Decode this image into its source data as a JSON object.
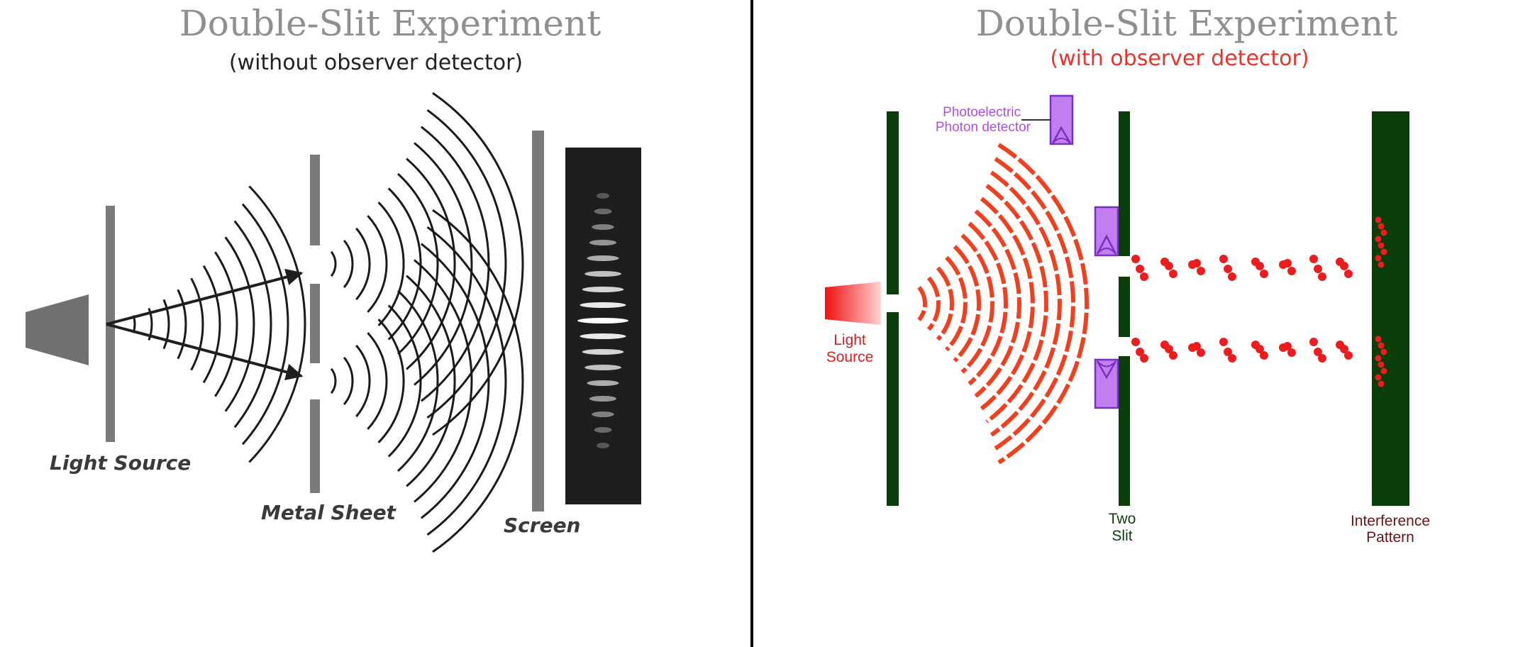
{
  "left_panel": {
    "title": "Double-Slit Experiment",
    "subtitle": "(without observer detector)",
    "labels": {
      "light_source": "Light Source",
      "metal_sheet": "Metal Sheet",
      "screen": "Screen"
    }
  },
  "right_panel": {
    "title": "Double-Slit Experiment",
    "subtitle": "(with observer detector)",
    "labels": {
      "detector_line1": "Photoelectric",
      "detector_line2": "Photon detector",
      "light_source_line1": "Light",
      "light_source_line2": "Source",
      "two_slit_line1": "Two",
      "two_slit_line2": "Slit",
      "pattern_line1": "Interference",
      "pattern_line2": "Pattern"
    }
  },
  "colors": {
    "gray_bar": "#7a7a7a",
    "dark_green": "#0b3d0b",
    "wave_red": "#f0401f",
    "particle_red": "#ee1c1c",
    "detector_purple": "#c07ef0",
    "detector_stroke": "#7a2fc0"
  }
}
